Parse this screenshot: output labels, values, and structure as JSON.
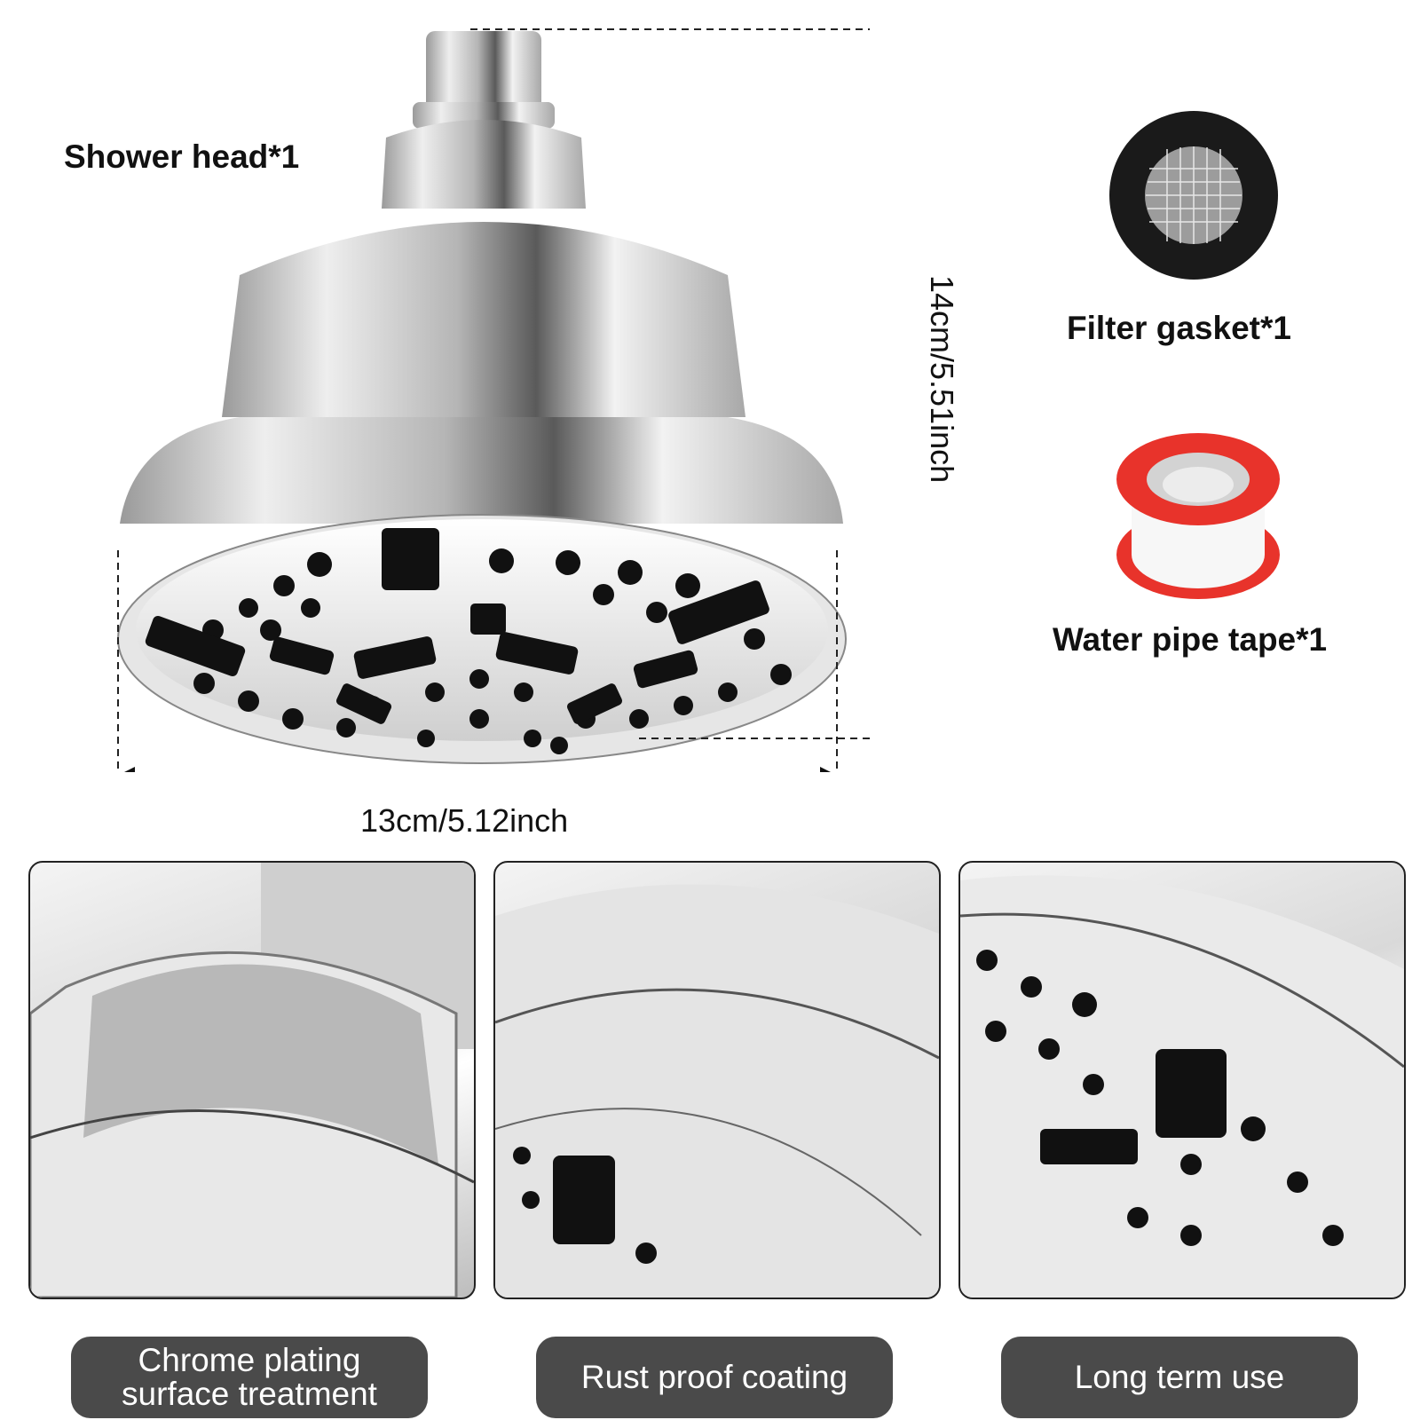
{
  "items": {
    "shower_head": "Shower head*1",
    "filter_gasket": "Filter gasket*1",
    "water_pipe_tape": "Water pipe tape*1"
  },
  "dimensions": {
    "height": "14cm/5.51inch",
    "width": "13cm/5.12inch"
  },
  "features": [
    {
      "label": "Chrome plating\nsurface treatment"
    },
    {
      "label": "Rust proof coating"
    },
    {
      "label": "Long term use"
    }
  ],
  "colors": {
    "pill_background": "#4a4a4a",
    "tape_red": "#e8332b",
    "gasket_black": "#1a1a1a"
  },
  "icons": {
    "shower_head": "shower-head-image",
    "filter_gasket": "filter-gasket-image",
    "water_pipe_tape": "water-pipe-tape-image"
  }
}
